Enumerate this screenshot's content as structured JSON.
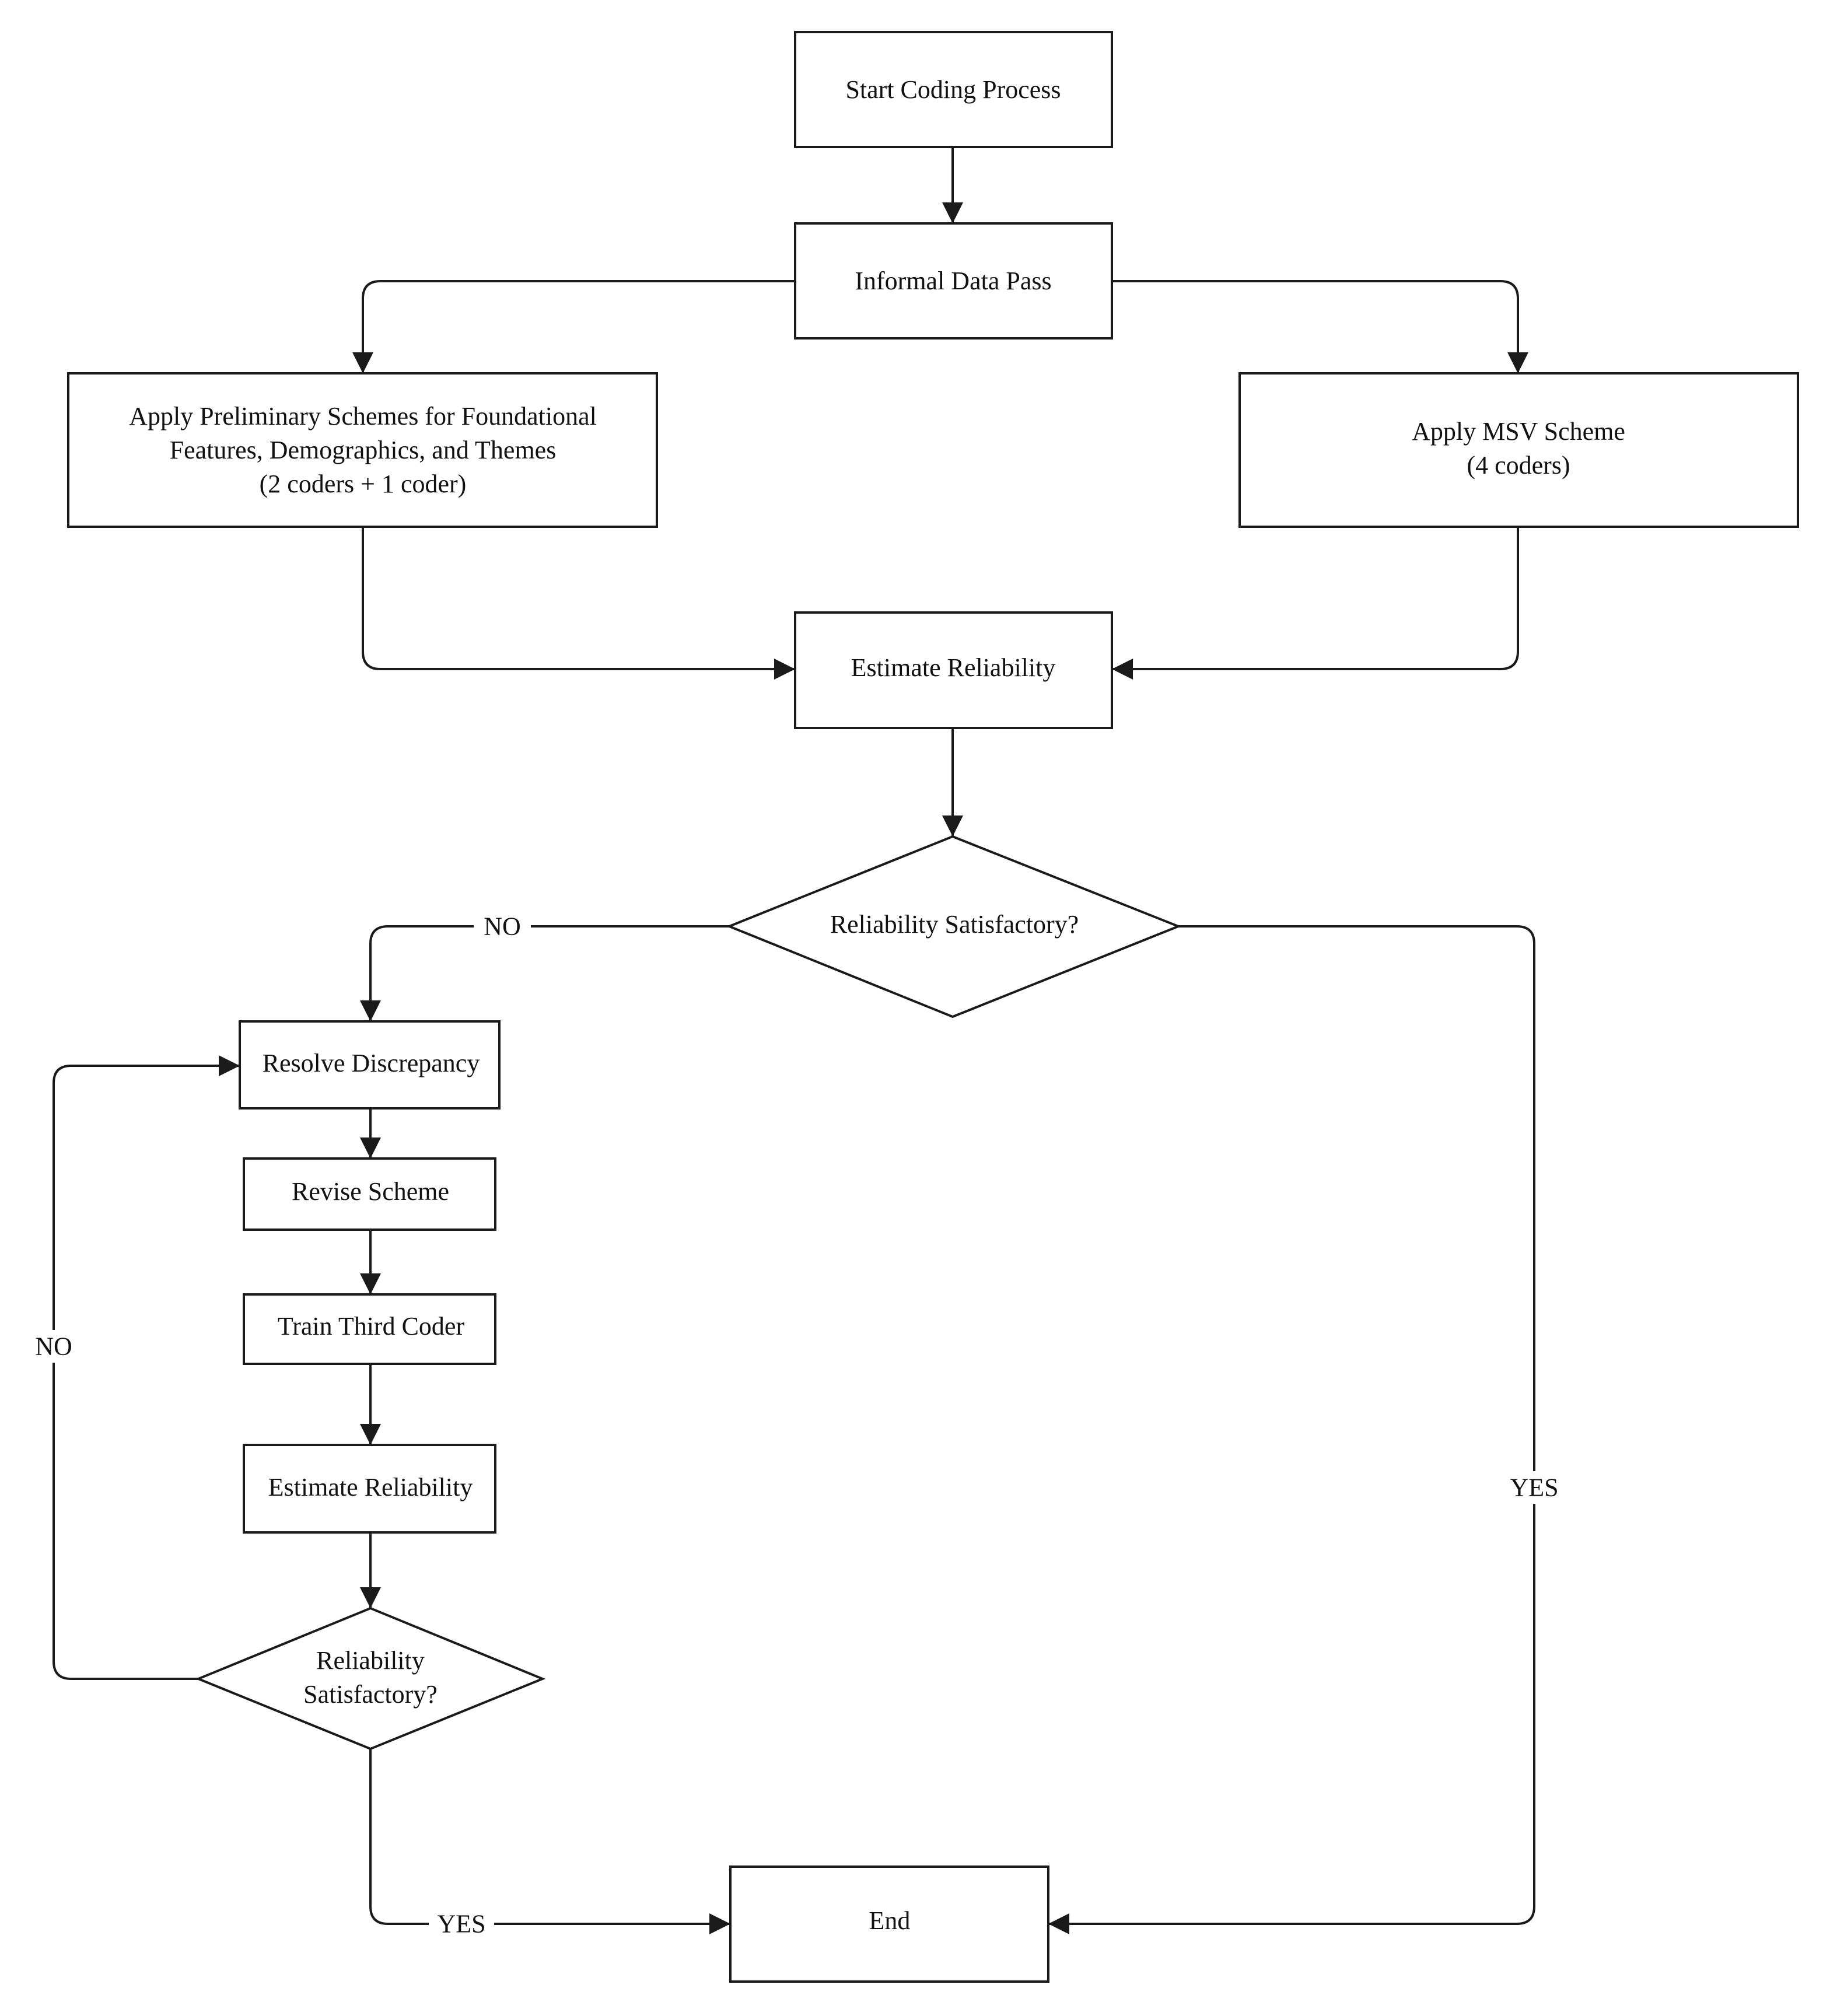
{
  "nodes": {
    "start": {
      "lines": [
        "Start Coding Process"
      ]
    },
    "informal": {
      "lines": [
        "Informal Data Pass"
      ]
    },
    "preliminary": {
      "lines": [
        "Apply Preliminary Schemes for Foundational",
        "Features, Demographics, and Themes",
        "(2 coders + 1 coder)"
      ]
    },
    "msv": {
      "lines": [
        "Apply  MSV Scheme",
        "(4 coders)"
      ]
    },
    "estimate1": {
      "lines": [
        "Estimate Reliability"
      ]
    },
    "decision1": {
      "lines": [
        "Reliability Satisfactory?"
      ]
    },
    "resolve": {
      "lines": [
        "Resolve Discrepancy"
      ]
    },
    "revise": {
      "lines": [
        "Revise Scheme"
      ]
    },
    "train": {
      "lines": [
        "Train Third Coder"
      ]
    },
    "estimate2": {
      "lines": [
        "Estimate Reliability"
      ]
    },
    "decision2": {
      "lines": [
        "Reliability",
        "Satisfactory?"
      ]
    },
    "end": {
      "lines": [
        "End"
      ]
    }
  },
  "edge_labels": {
    "d1_no": "NO",
    "d1_yes": "YES",
    "d2_no": "NO",
    "d2_yes": "YES"
  }
}
